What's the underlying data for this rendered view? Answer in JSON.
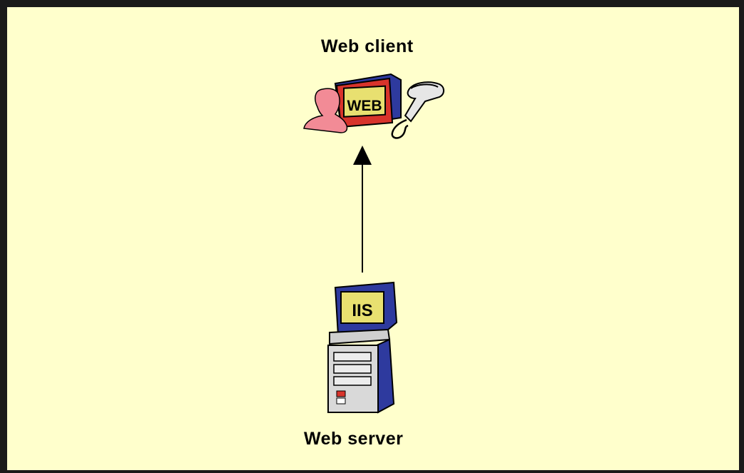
{
  "nodes": {
    "client": {
      "label": "Web client",
      "screen_text": "WEB"
    },
    "server": {
      "label": "Web server",
      "screen_text": "IIS"
    }
  },
  "edges": [
    {
      "from": "server",
      "to": "client",
      "direction": "up"
    }
  ],
  "colors": {
    "background": "#ffffcc",
    "frame": "#1a1a1a",
    "person": "#f28b96",
    "monitor_body": "#2e3a9e",
    "monitor_bezel_client": "#d8342b",
    "screen": "#e8e070",
    "case": "#d9d9d9",
    "arrow": "#000000"
  },
  "icons": {
    "client": "web-client-icon",
    "scanner": "barcode-scanner-icon",
    "server": "server-computer-icon"
  }
}
